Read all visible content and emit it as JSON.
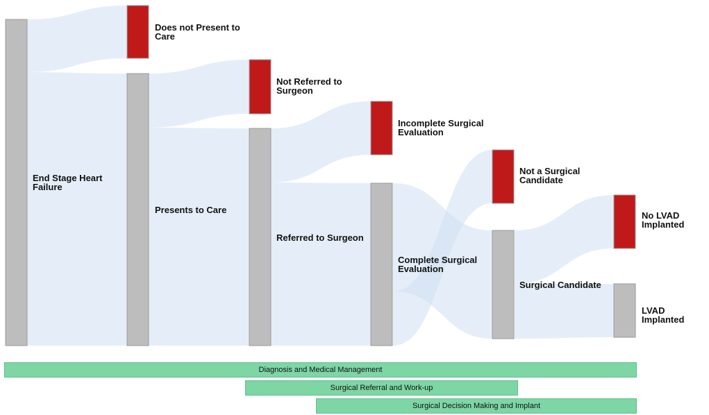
{
  "nodes": [
    {
      "id": "end-stage",
      "label": "End Stage Heart\nFailure",
      "color": "#bdbdbd"
    },
    {
      "id": "not-present",
      "label": "Does not Present to\nCare",
      "color": "#c0191a"
    },
    {
      "id": "presents",
      "label": "Presents to Care",
      "color": "#bdbdbd"
    },
    {
      "id": "not-referred",
      "label": "Not Referred to\nSurgeon",
      "color": "#c0191a"
    },
    {
      "id": "referred",
      "label": "Referred to Surgeon",
      "color": "#bdbdbd"
    },
    {
      "id": "incomplete-eval",
      "label": "Incomplete Surgical\nEvaluation",
      "color": "#c0191a"
    },
    {
      "id": "complete-eval",
      "label": "Complete Surgical\nEvaluation",
      "color": "#bdbdbd"
    },
    {
      "id": "not-candidate",
      "label": "Not a Surgical\nCandidate",
      "color": "#c0191a"
    },
    {
      "id": "candidate",
      "label": "Surgical Candidate",
      "color": "#bdbdbd"
    },
    {
      "id": "no-lvad",
      "label": "No LVAD\nImplanted",
      "color": "#c0191a"
    },
    {
      "id": "lvad",
      "label": "LVAD Implanted",
      "color": "#bdbdbd"
    }
  ],
  "phases": [
    {
      "label": "Diagnosis and Medical Management"
    },
    {
      "label": "Surgical Referral and Work-up"
    },
    {
      "label": "Surgical Decision Making and Implant"
    }
  ]
}
